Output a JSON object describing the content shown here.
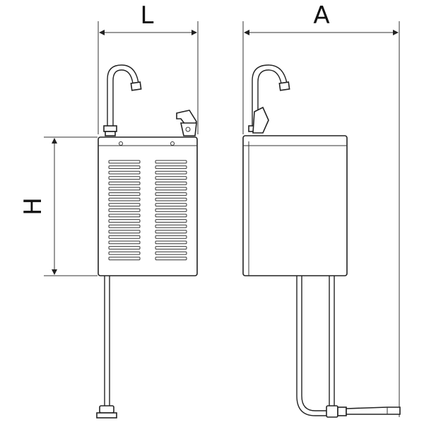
{
  "dimensions": {
    "length_label": "L",
    "depth_label": "A",
    "height_label": "H"
  }
}
